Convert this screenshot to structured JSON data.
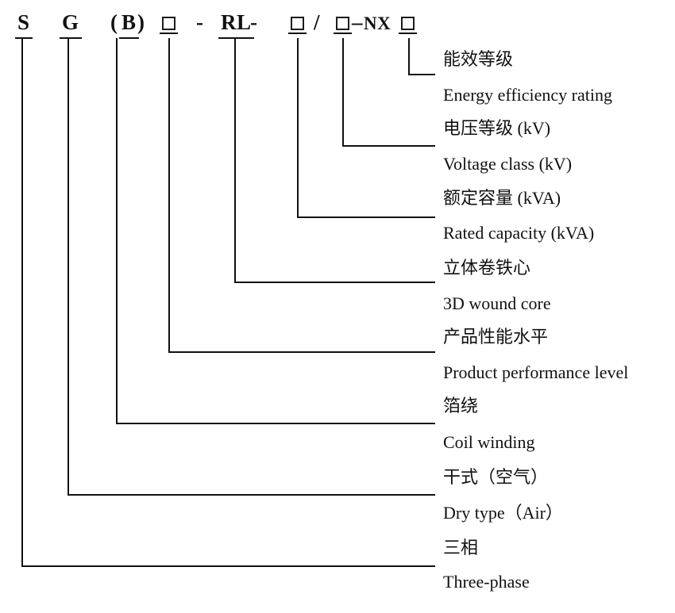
{
  "code": {
    "s": "S",
    "g": "G",
    "paren_open": "(",
    "b": "B",
    "paren_close": ")",
    "box": "□",
    "hyphen1": "-",
    "rl": "RL",
    "hyphen2": "-",
    "slash": "/",
    "dash": "–",
    "nx": "NX"
  },
  "labels": [
    {
      "zh": "能效等级",
      "en": "Energy efficiency rating"
    },
    {
      "zh": "电压等级  (kV)",
      "en": "Voltage class (kV)"
    },
    {
      "zh": "额定容量  (kVA)",
      "en": "Rated capacity (kVA)"
    },
    {
      "zh": "立体卷铁心",
      "en": "3D wound core"
    },
    {
      "zh": "产品性能水平",
      "en": "Product performance level"
    },
    {
      "zh": "箔绕",
      "en": "Coil winding"
    },
    {
      "zh": "干式（空气）",
      "en": "Dry type（Air）"
    },
    {
      "zh": "三相",
      "en": "Three-phase"
    }
  ],
  "colors": {
    "ink": "#111111",
    "background": "#ffffff"
  }
}
